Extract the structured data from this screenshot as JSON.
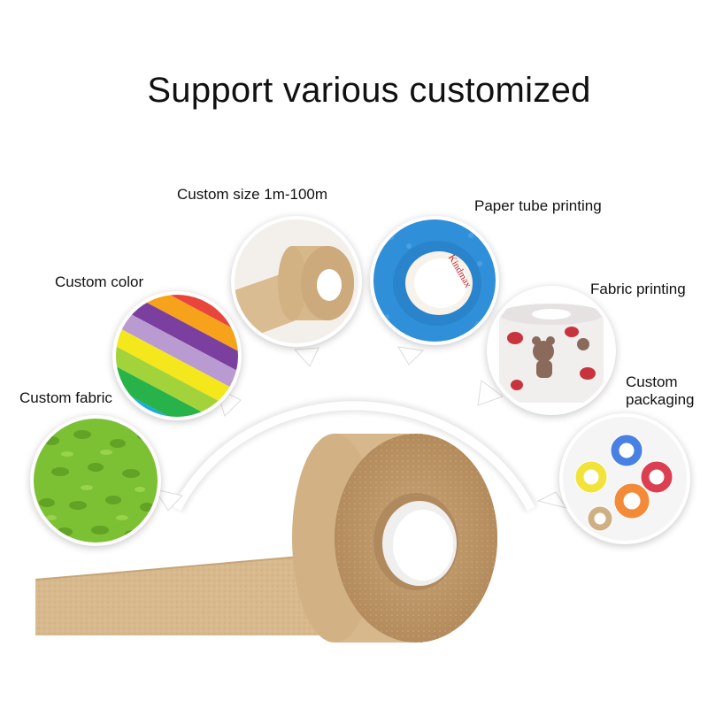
{
  "title": "Support various customized",
  "options": [
    {
      "id": "custom_fabric",
      "label": "Custom fabric"
    },
    {
      "id": "custom_color",
      "label": "Custom color"
    },
    {
      "id": "custom_size",
      "label": "Custom size 1m-100m"
    },
    {
      "id": "paper_tube_printing",
      "label": "Paper tube printing"
    },
    {
      "id": "fabric_printing",
      "label": "Fabric printing"
    },
    {
      "id": "custom_packaging",
      "label": "Custom packaging",
      "lines": [
        "Custom",
        "packaging"
      ]
    }
  ],
  "colors": {
    "tape_beige": "#d9b98c",
    "tape_shadow": "#b8966a",
    "fabric_green": "#7cc034",
    "tape_blue": "#2f8fd8",
    "tube_red": "#c41a1a",
    "arc_gray": "#dcdcdc"
  },
  "tube_print_text": "Kindmax"
}
